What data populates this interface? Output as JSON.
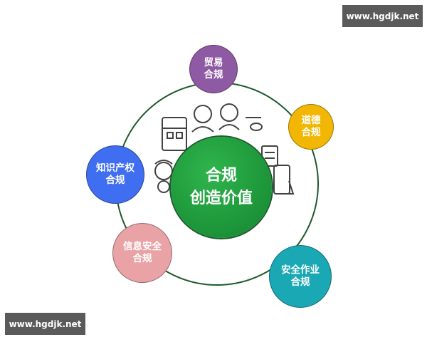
{
  "diagram": {
    "center": {
      "line1": "合规",
      "line2": "创造价值",
      "color": "#1f9a3c"
    },
    "satellites": [
      {
        "id": "trade",
        "line1": "贸易",
        "line2": "合规",
        "color": "#8e5aa3"
      },
      {
        "id": "ethics",
        "line1": "道德",
        "line2": "合规",
        "color": "#f2b705"
      },
      {
        "id": "ip",
        "line1": "知识产权",
        "line2": "合规",
        "color": "#3f6ef0"
      },
      {
        "id": "info",
        "line1": "信息安全",
        "line2": "合规",
        "color": "#e9a3a6"
      },
      {
        "id": "safety",
        "line1": "安全作业",
        "line2": "合规",
        "color": "#1aa8b5"
      }
    ],
    "ring_color": "#1c5a2a"
  },
  "watermarks": {
    "top_right": "www.hgdjk.net",
    "bottom_left": "www.hgdjk.net"
  }
}
